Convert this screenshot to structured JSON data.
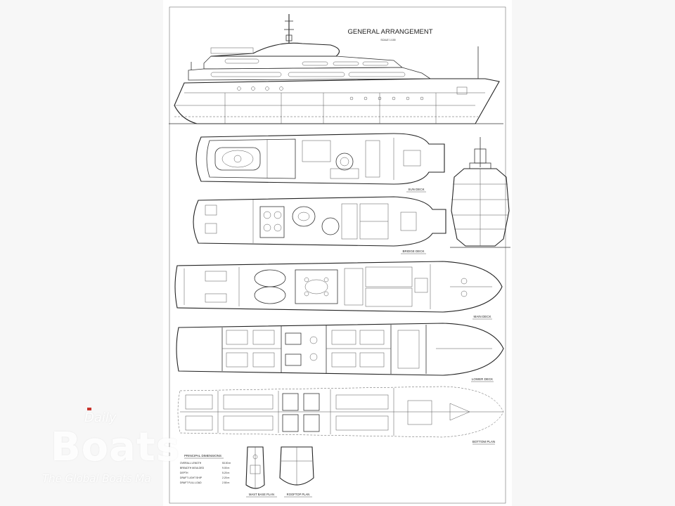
{
  "drawing": {
    "title": "GENERAL ARRANGEMENT",
    "scale": "SCALE 1:100",
    "views": {
      "sun_deck": "SUN DECK",
      "bridge_deck": "BRIDGE DECK",
      "main_deck": "MAIN DECK",
      "lower_deck": "LOWER DECK",
      "bottom_plan": "BOTTOM PLAN",
      "mast_base_plan": "MAST BASE PLAN",
      "rooftop_plan": "ROOFTOP PLAN"
    },
    "dimensions": {
      "heading": "PRINCIPAL DIMENSIONS",
      "rows": [
        {
          "label": "OVERALL LENGTH",
          "value": "53.00 m"
        },
        {
          "label": "BREADTH MOULDED",
          "value": "9.00 m"
        },
        {
          "label": "DEPTH",
          "value": "5.20 m"
        },
        {
          "label": "DRAFT LIGHT SHIP",
          "value": "2.20 m"
        },
        {
          "label": "DRAFT FULL LOAD",
          "value": "2.50 m"
        }
      ]
    }
  },
  "watermark": {
    "top": "Daily",
    "brand": "Boats",
    "tagline": "The Global Boats Ma"
  },
  "colors": {
    "page": "#ffffff",
    "side_panels": "#f7f7f7",
    "lines": "#333333",
    "watermark_accent": "#c8342c"
  }
}
